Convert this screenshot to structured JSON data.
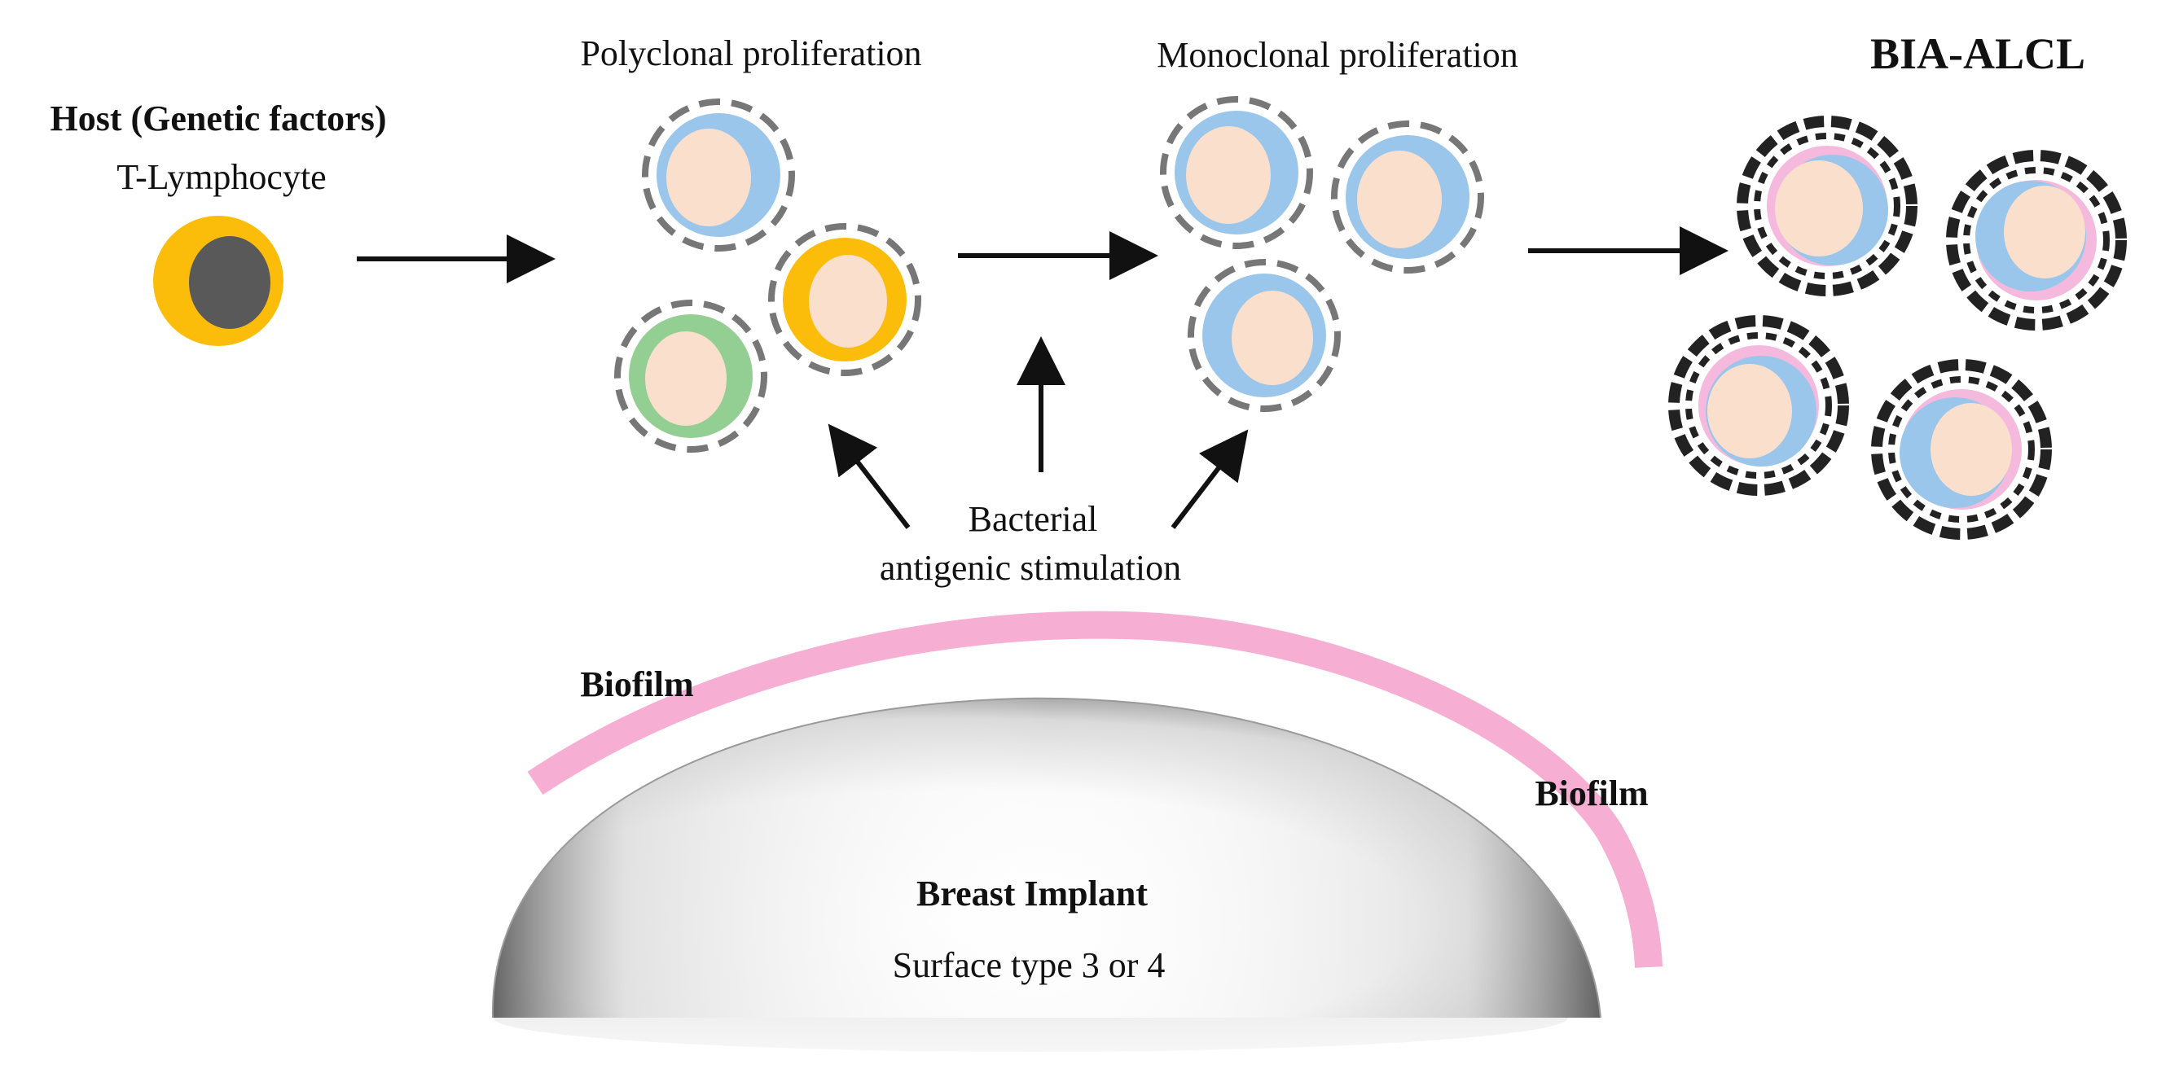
{
  "labels": {
    "host_title": "Host (Genetic factors)",
    "host_sub": "T-Lymphocyte",
    "polyclonal": "Polyclonal proliferation",
    "monoclonal": "Monoclonal proliferation",
    "bia_alcl": "BIA-ALCL",
    "bacterial_line1": "Bacterial",
    "bacterial_line2": "antigenic stimulation",
    "biofilm_left": "Biofilm",
    "biofilm_right": "Biofilm",
    "implant_title": "Breast Implant",
    "implant_sub": "Surface type 3 or 4"
  },
  "colors": {
    "cell_blue": "#99c6ea",
    "nucleus": "#fadfcd",
    "cell_orange": "#fbbd0a",
    "cell_green": "#93cf93",
    "host_nucleus": "#595959",
    "membrane_gray": "#777777",
    "membrane_black": "#222222",
    "biofilm_pink": "#f7aed3",
    "malignant_pink": "#f4b9dc"
  },
  "icons": {
    "host_cell": "t-lymphocyte-cell",
    "polyclonal_cells": [
      "blue-lymphocyte",
      "orange-lymphocyte",
      "green-lymphocyte"
    ],
    "monoclonal_cells": [
      "blue-lymphocyte",
      "blue-lymphocyte",
      "blue-lymphocyte"
    ],
    "malignant_cells": [
      "malignant-lymphocyte",
      "malignant-lymphocyte",
      "malignant-lymphocyte",
      "malignant-lymphocyte"
    ],
    "implant": "breast-implant-dome"
  }
}
